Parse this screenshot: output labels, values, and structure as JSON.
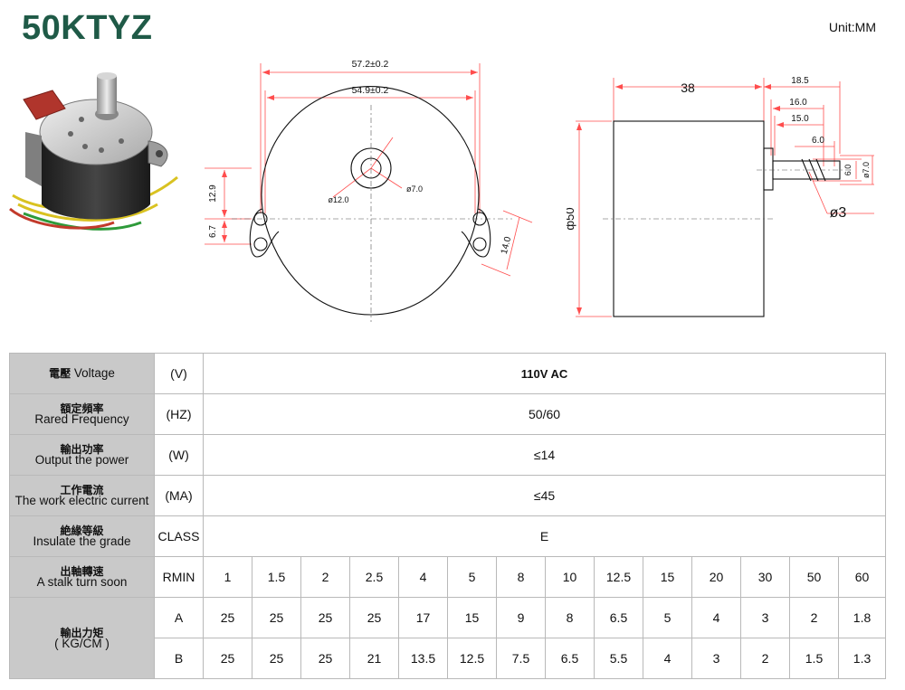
{
  "header": {
    "model": "50KTYZ",
    "unit": "Unit:MM"
  },
  "drawing": {
    "front": {
      "dim_outer_width": "57.2±0.2",
      "dim_inner_width": "54.9±0.2",
      "dim_left_upper": "12.9",
      "dim_left_lower": "6.7",
      "dim_right": "14.0",
      "dim_hub_dia": "ø12.0",
      "dim_bore_dia": "ø7.0"
    },
    "side": {
      "dim_body_length": "38",
      "dim_total": "18.5",
      "dim_16": "16.0",
      "dim_15": "15.0",
      "dim_6": "6.0",
      "dim_flat": "6.0",
      "dim_shaft": "ø7.0",
      "dim_body_dia": "ф50",
      "dim_hole": "ø3"
    }
  },
  "specs": {
    "rows": [
      {
        "cn": "電壓",
        "en": "Voltage",
        "unit": "(V)",
        "value": "110V AC"
      },
      {
        "cn": "額定頻率",
        "en": "Rared Frequency",
        "unit": "(HZ)",
        "value": "50/60"
      },
      {
        "cn": "輸出功率",
        "en": "Output the power",
        "unit": "(W)",
        "value": "≤14"
      },
      {
        "cn": "工作電流",
        "en": "The work electric current",
        "unit": "(MA)",
        "value": "≤45"
      },
      {
        "cn": "絶緣等級",
        "en": "Insulate the grade",
        "unit": "CLASS",
        "value": "E"
      }
    ],
    "speed": {
      "cn": "出軸轉速",
      "en": "A stalk turn soon",
      "unit": "RMIN",
      "values": [
        "1",
        "1.5",
        "2",
        "2.5",
        "4",
        "5",
        "8",
        "10",
        "12.5",
        "15",
        "20",
        "30",
        "50",
        "60"
      ]
    },
    "torque": {
      "cn": "輸出力矩",
      "en": "( KG/CM )",
      "a_label": "A",
      "a_values": [
        "25",
        "25",
        "25",
        "25",
        "17",
        "15",
        "9",
        "8",
        "6.5",
        "5",
        "4",
        "3",
        "2",
        "1.8"
      ],
      "b_label": "B",
      "b_values": [
        "25",
        "25",
        "25",
        "21",
        "13.5",
        "12.5",
        "7.5",
        "6.5",
        "5.5",
        "4",
        "3",
        "2",
        "1.5",
        "1.3"
      ]
    }
  }
}
